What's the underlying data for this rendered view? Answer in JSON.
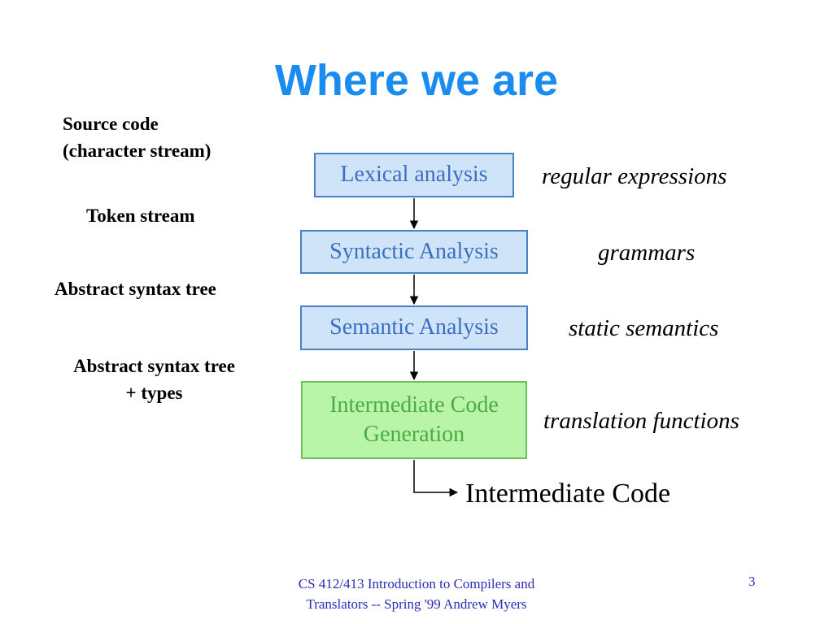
{
  "title": "Where we are",
  "left_labels": {
    "source": "Source code\n(character stream)",
    "tokens": "Token stream",
    "ast": "Abstract syntax tree",
    "ast_types": "Abstract syntax tree\n+ types"
  },
  "stages": [
    {
      "label": "Lexical analysis",
      "formalism": "regular expressions"
    },
    {
      "label": "Syntactic Analysis",
      "formalism": "grammars"
    },
    {
      "label": "Semantic Analysis",
      "formalism": "static semantics"
    },
    {
      "label": "Intermediate Code Generation",
      "formalism": "translation functions"
    }
  ],
  "output": "Intermediate Code",
  "footer": {
    "course": "CS 412/413 Introduction to Compilers and Translators -- Spring '99 Andrew Myers",
    "page": "3"
  },
  "colors": {
    "title": "#1a8cf0",
    "stage_box_fill": "#cfe3f9",
    "stage_box_border": "#4a80c6",
    "stage_text": "#3a6fc2",
    "final_box_fill": "#b8f5a8",
    "final_box_border": "#6dc25c",
    "final_text": "#4cab45"
  }
}
